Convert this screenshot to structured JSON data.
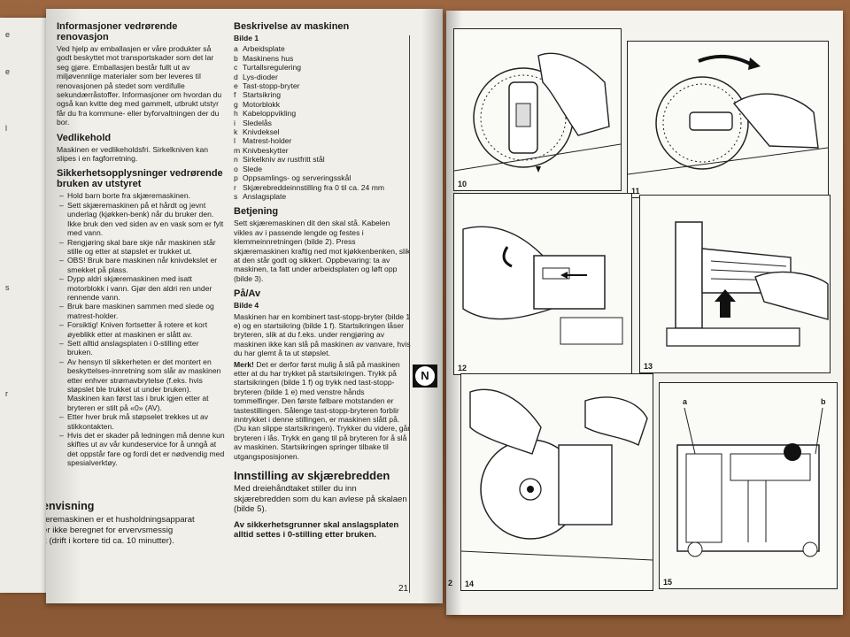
{
  "left_page": {
    "col1": {
      "renovasjon_title": "Informasjoner vedrørende renovasjon",
      "renovasjon_text": "Ved hjelp av emballasjen er våre produkter så godt beskyttet mot transportskader som det lar seg gjøre. Emballasjen består fullt ut av miljøvennlige materialer som ber leveres til renovasjonen på stedet som verdifulle sekundærråstoffer. Informasjoner om hvordan du også kan kvitte deg med gammelt, utbrukt utstyr får du fra kommune- eller byforvaltningen der du bor.",
      "vedlikehold_title": "Vedlikehold",
      "vedlikehold_text": "Maskinen er vedlikeholdsfri. Sirkelkniven kan slipes i en fagforretning.",
      "safety_title": "Sikkerhetsopplysninger vedrørende bruken av utstyret",
      "safety_items": [
        "Hold barn borte fra skjæremaskinen.",
        "Sett skjæremaskinen på et hårdt og jevnt underlag (kjøkken-benk) når du bruker den. Ikke bruk den ved siden av en vask som er fylt med vann.",
        "Rengjøring skal bare skje når maskinen står stille og etter at støpslet er trukket ut.",
        "OBS! Bruk bare maskinen når knivdekslet er smekket på plass.",
        "Dypp aldri skjæremaskinen med isatt motorblokk i vann. Gjør den aldri ren under rennende vann.",
        "Bruk bare maskinen sammen med slede og matrest-holder.",
        "Forsiktig! Kniven fortsetter å rotere et kort øyeblikk etter at maskinen er slått av.",
        "Sett alltid anslagsplaten i 0-stilling etter bruken.",
        "Av hensyn til sikkerheten er det montert en beskyttelses-innretning som slår av maskinen etter enhver strømavbrytelse (f.eks. hvis støpslet ble trukket ut under bruken). Maskinen kan først tas i bruk igjen etter at bryteren er stilt på «0» (AV).",
        "Etter hver bruk må støpselet trekkes ut av stikkontakten.",
        "Hvis det er skader på ledningen må denne kun skiftes ut av vår kundeservice for å unngå at det oppstår fare og fordi det er nødvendig med spesialverktøy."
      ]
    },
    "bottom": {
      "title": "envisning",
      "line1": "æremaskinen er et husholdningsapparat",
      "line2": "er ikke beregnet for ervervsmessig",
      "line3": "k (drift i kortere tid ca. 10 minutter)."
    },
    "col2": {
      "desc_title": "Beskrivelse av maskinen",
      "desc_fig": "Bilde 1",
      "parts": [
        {
          "k": "a",
          "t": "Arbeidsplate"
        },
        {
          "k": "b",
          "t": "Maskinens hus"
        },
        {
          "k": "c",
          "t": "Turtallsregulering"
        },
        {
          "k": "d",
          "t": "Lys-dioder"
        },
        {
          "k": "e",
          "t": "Tast-stopp-bryter"
        },
        {
          "k": "f",
          "t": "Startsikring"
        },
        {
          "k": "g",
          "t": "Motorblokk"
        },
        {
          "k": "h",
          "t": "Kabeloppvikling"
        },
        {
          "k": "i",
          "t": "Sledelås"
        },
        {
          "k": "k",
          "t": "Knivdeksel"
        },
        {
          "k": "l",
          "t": "Matrest-holder"
        },
        {
          "k": "m",
          "t": "Knivbeskytter"
        },
        {
          "k": "n",
          "t": "Sirkelkniv av rustfritt stål"
        },
        {
          "k": "o",
          "t": "Slede"
        },
        {
          "k": "p",
          "t": "Oppsamlings- og serveringsskål"
        },
        {
          "k": "r",
          "t": "Skjærebreddeinnstilling fra 0 til ca. 24 mm"
        },
        {
          "k": "s",
          "t": "Anslagsplate"
        }
      ],
      "betjening_title": "Betjening",
      "betjening_text": "Sett skjæremaskinen dit den skal stå. Kabelen vikles av i passende lengde og festes i klemmeinnretningen (bilde 2). Press skjæremaskinen kraftig ned mot kjøkkenbenken, slik at den står godt og sikkert. Oppbevaring: ta av maskinen, ta fatt under arbeidsplaten og løft opp (bilde 3).",
      "paav_title": "På/Av",
      "paav_fig": "Bilde 4",
      "paav_text": "Maskinen har en kombinert tast-stopp-bryter (bilde 1 e) og en startsikring (bilde 1 f). Startsikringen låser bryteren, slik at du f.eks. under rengjøring av maskinen ikke kan slå på maskinen av vanvare, hvis du har glemt å ta ut støpslet.",
      "merk_bold": "Merk!",
      "merk_text": "Det er derfor først mulig å slå på maskinen etter at du har trykket på startsikringen. Trykk på startsikringen (bilde 1 f) og trykk ned tast-stopp-bryteren (bilde 1 e) med venstre hånds tommelfinger. Den første følbare motstanden er tastestillingen. Sålenge tast-stopp-bryteren forblir inntrykket i denne stillingen, er maskinen slått på. (Du kan slippe startsikringen). Trykker du videre, går bryteren i lås. Trykk en gang til på bryteren for å slå av maskinen. Startsikringen springer tilbake til utgangsposisjonen.",
      "bredde_title": "Innstilling av skjærebredden",
      "bredde_text": "Med dreiehåndtaket stiller du inn skjærebredden som du kan avlese på skalaen (bilde 5).",
      "bredde_warn": "Av sikkerhetsgrunner skal anslagsplaten alltid settes i 0-stilling etter bruken."
    },
    "tab_letter": "N",
    "page_number": "21"
  },
  "right_page": {
    "panels": [
      {
        "label": "10"
      },
      {
        "label": "11"
      },
      {
        "label": "12"
      },
      {
        "label": "13"
      },
      {
        "label": "14"
      },
      {
        "label": "15"
      }
    ],
    "callout_a": "a",
    "callout_b": "b",
    "edge_fragment": "2"
  },
  "prev_page": {
    "fragments": [
      "e",
      "e",
      "l",
      "s",
      "r"
    ]
  }
}
